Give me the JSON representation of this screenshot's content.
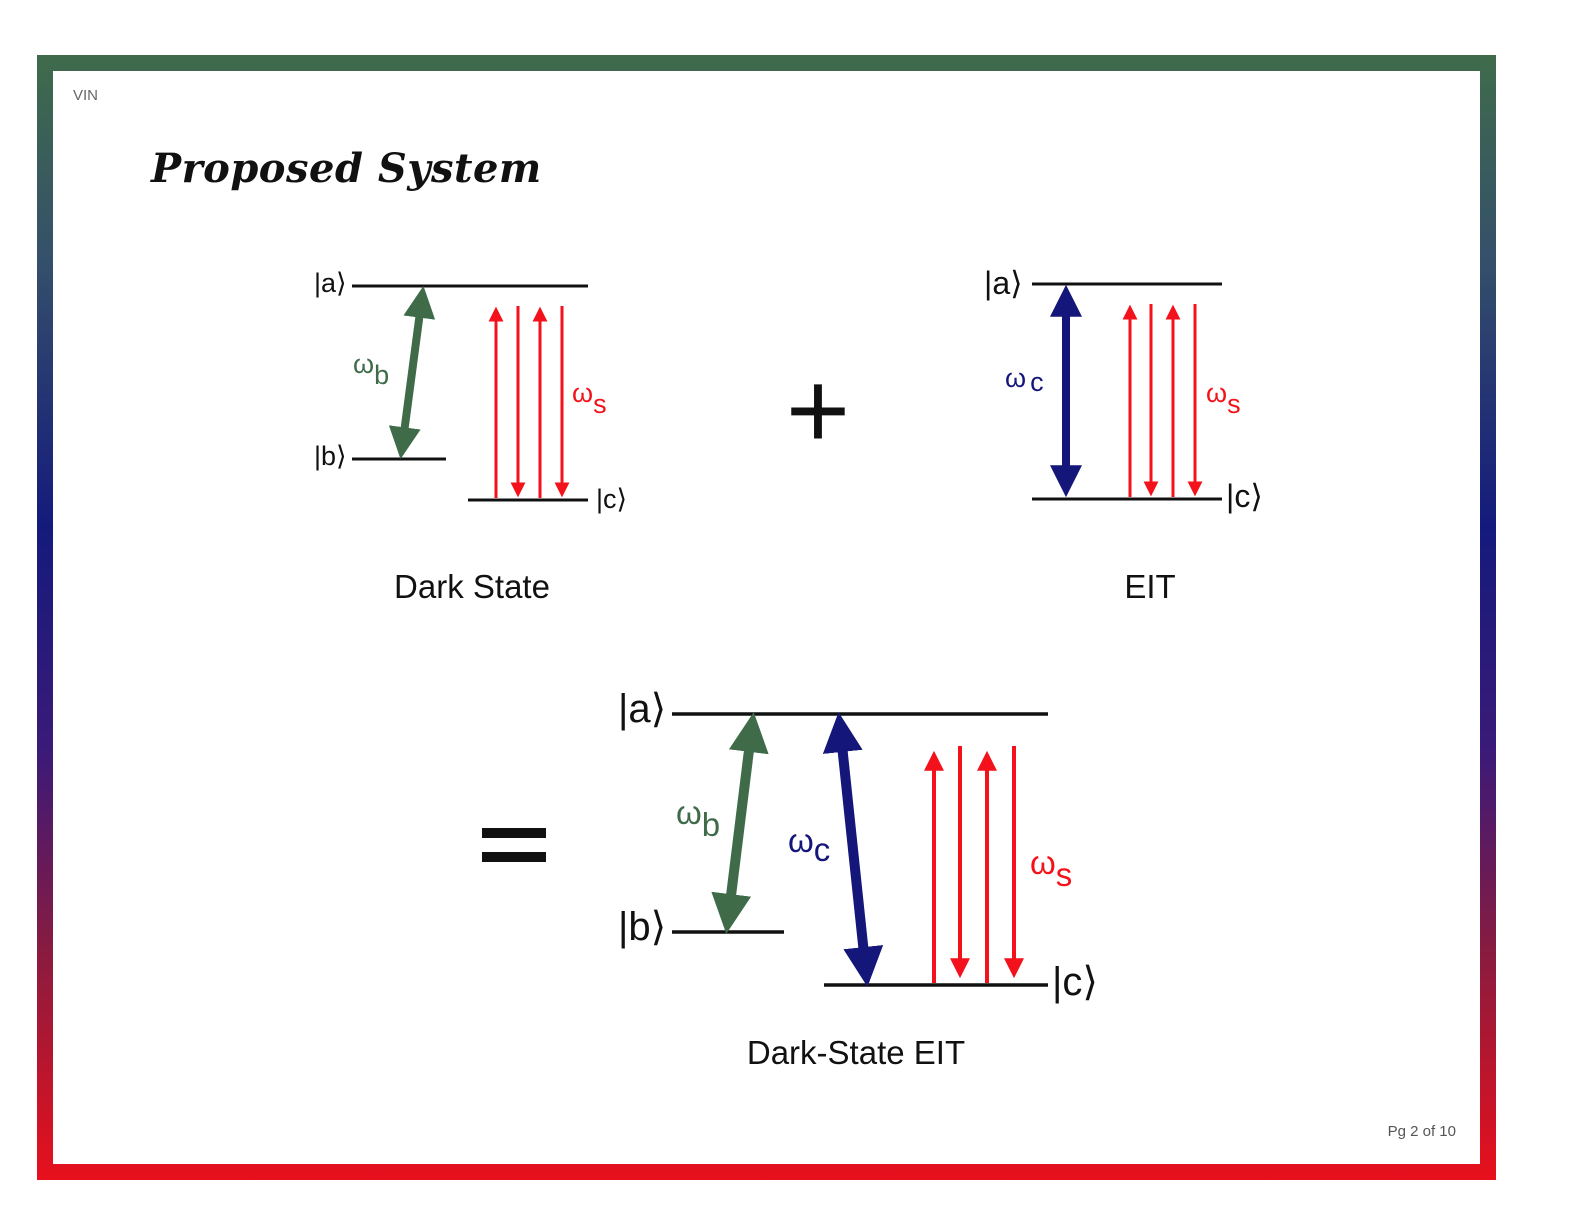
{
  "header": {
    "vin": "VIN",
    "title": "Proposed System"
  },
  "footer": {
    "page": "Pg 2 of 10"
  },
  "colors": {
    "green": "#3f6b49",
    "blue": "#14167a",
    "red": "#f3121b",
    "level": "#111111"
  },
  "diagrams": {
    "dark_state": {
      "caption": "Dark State",
      "state_a": "|a⟩",
      "state_b": "|b⟩",
      "state_c": "|c⟩",
      "omega": "ω",
      "sub_b": "b",
      "sub_s": "s"
    },
    "eit": {
      "caption": "EIT",
      "state_a": "|a⟩",
      "state_c": "|c⟩",
      "omega": "ω",
      "sub_c": "c",
      "sub_s": "s"
    },
    "combined": {
      "caption": "Dark-State EIT",
      "state_a": "|a⟩",
      "state_b": "|b⟩",
      "state_c": "|c⟩",
      "omega": "ω",
      "sub_b": "b",
      "sub_c": "c",
      "sub_s": "s"
    }
  },
  "operators": {
    "plus": "+",
    "equals": "="
  }
}
